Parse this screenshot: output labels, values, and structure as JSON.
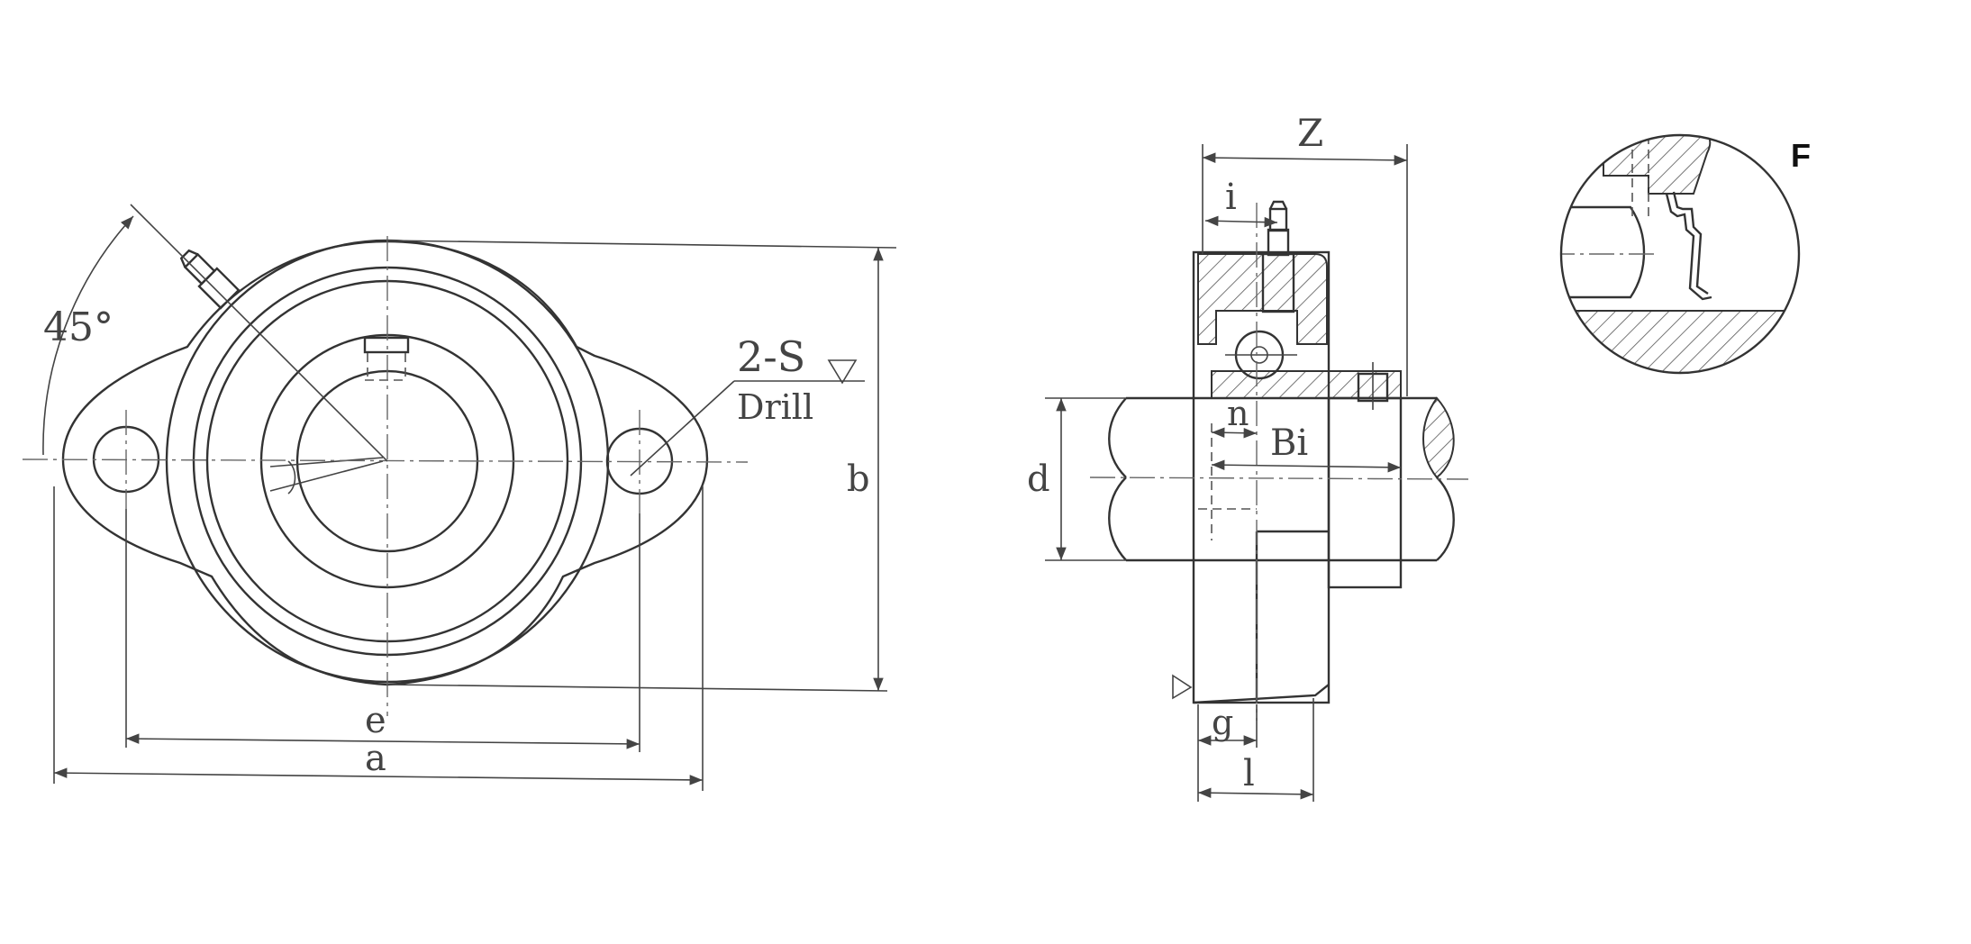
{
  "labels": {
    "angle": "45°",
    "holes": "2-S",
    "drill": "Drill",
    "dim_b": "b",
    "dim_e": "e",
    "dim_a": "a",
    "dim_z": "Z",
    "dim_i": "i",
    "dim_n": "n",
    "dim_bi": "Bi",
    "dim_d": "d",
    "dim_g": "g",
    "dim_l": "l",
    "detail": "F"
  }
}
